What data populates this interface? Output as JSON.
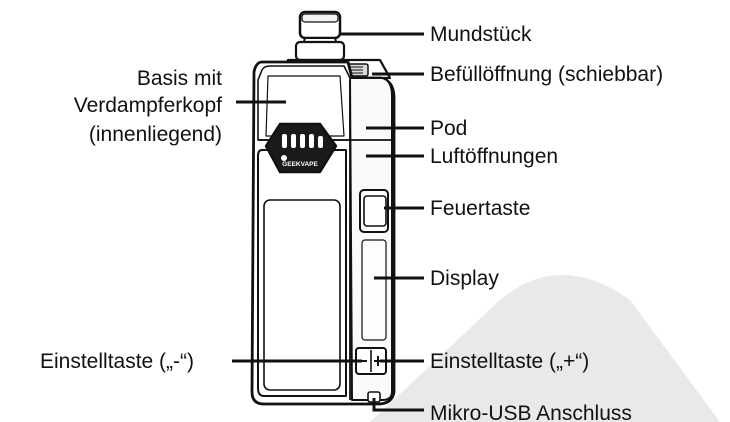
{
  "brand": {
    "logo_text": "GEEKVAPE"
  },
  "labels": {
    "mouthpiece": "Mundstück",
    "base_line1": "Basis mit",
    "base_line2": "Verdampferkopf",
    "base_line3": "(innenliegend)",
    "fill_port": "Befüllöffnung (schiebbar)",
    "pod": "Pod",
    "air_holes": "Luftöffnungen",
    "fire_button": "Feuertaste",
    "display": "Display",
    "adjust_minus": "Einstelltaste („-“)",
    "adjust_plus": "Einstelltaste („+“)",
    "usb": "Mikro-USB Anschluss"
  },
  "colors": {
    "ink": "#111111",
    "background": "#ffffff",
    "watermark": "#e9e9e9"
  }
}
